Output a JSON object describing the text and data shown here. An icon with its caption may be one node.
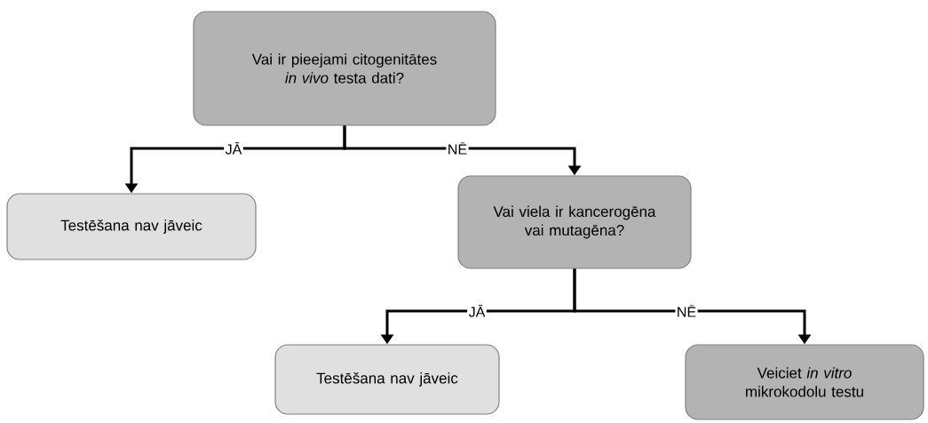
{
  "diagram": {
    "nodes": [
      {
        "text": [
          "Vai ir pieejami citogenitātes *in vivo* testa dati?"
        ]
      },
      {
        "text": [
          "Testēšana nav jāveic"
        ]
      },
      {
        "text": [
          "Vai viela ir kancerogēna vai mutagēna?"
        ]
      },
      {
        "text": [
          "Testēšana nav jāveic"
        ]
      },
      {
        "text": [
          "Veiciet *in vitro* mikrokodolu testu"
        ]
      }
    ],
    "edges": [
      {
        "from": 0,
        "to": 1,
        "arrow": "to",
        "label": "JĀ"
      },
      {
        "from": 0,
        "to": 2,
        "arrow": "to",
        "label": "NĒ"
      },
      {
        "from": 2,
        "to": 3,
        "arrow": "to",
        "label": "JĀ"
      },
      {
        "from": 2,
        "to": 4,
        "arrow": "to",
        "label": "NĒ"
      }
    ]
  }
}
